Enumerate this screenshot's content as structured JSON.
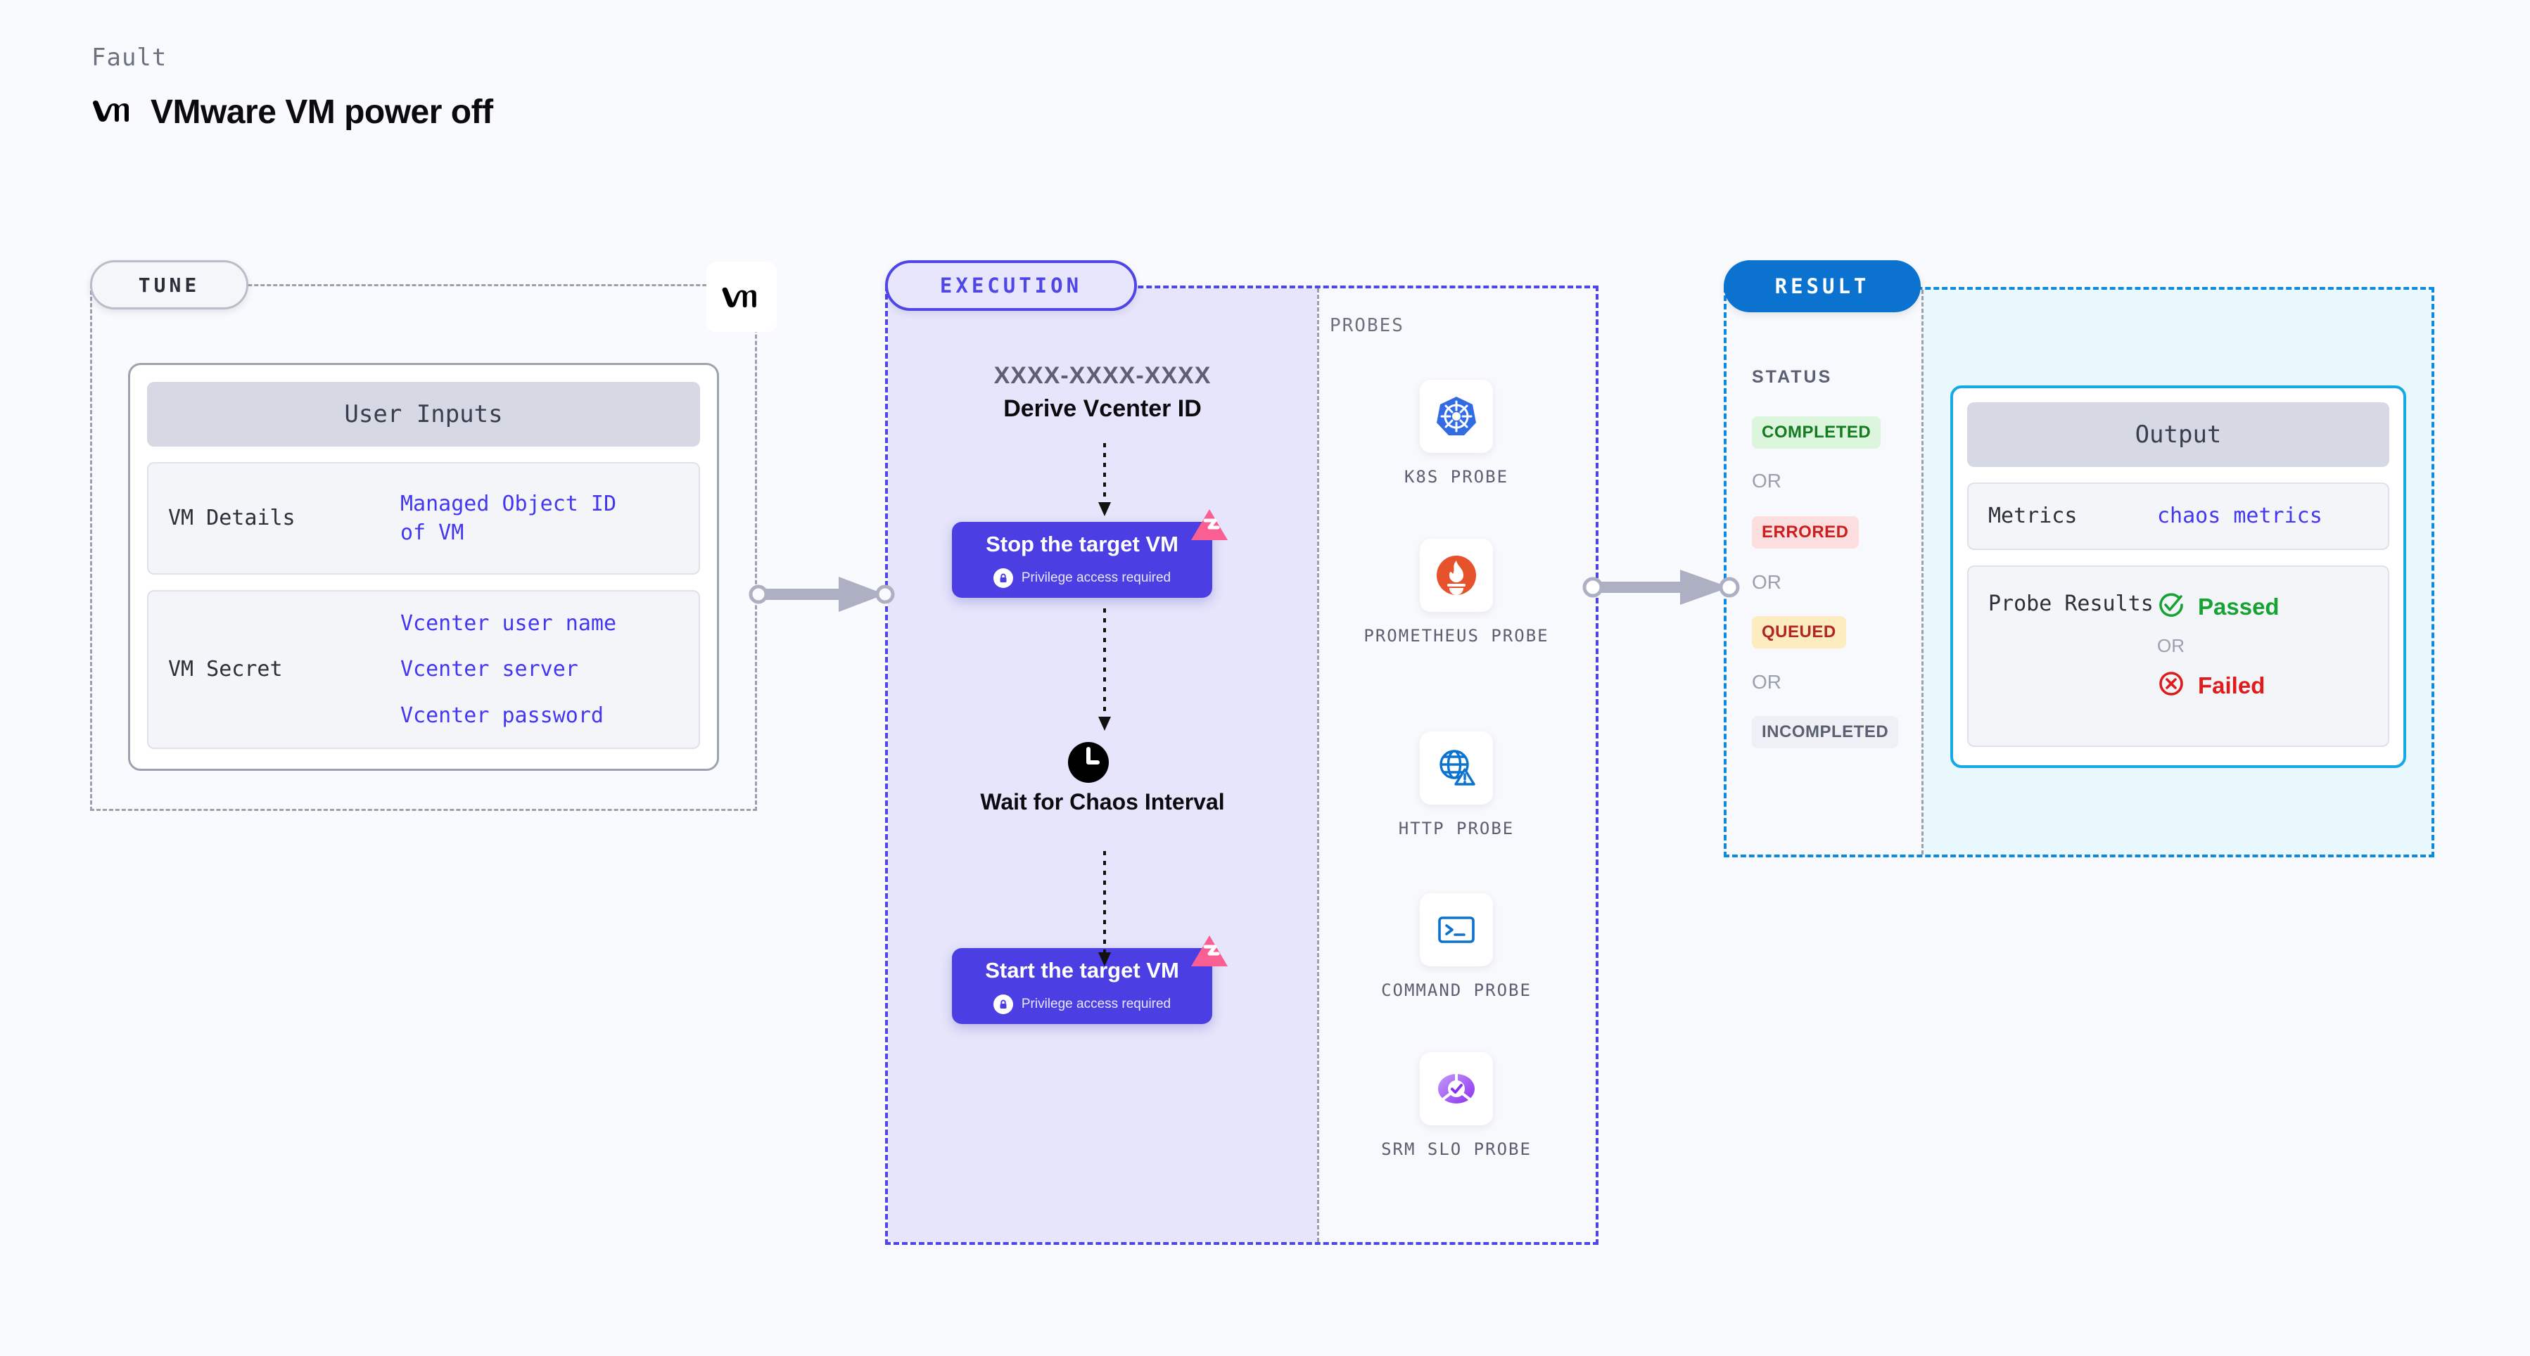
{
  "header": {
    "eyebrow": "Fault",
    "title": "VMware VM power off",
    "logo_icon": "vmware-logo-icon"
  },
  "tune": {
    "pill_label": "TUNE",
    "vm_badge_icon": "vmware-logo-icon",
    "card": {
      "header": "User Inputs",
      "rows": [
        {
          "key": "VM Details",
          "values": [
            "Managed Object ID",
            "of VM"
          ]
        },
        {
          "key": "VM Secret",
          "values": [
            "Vcenter user name",
            "Vcenter server",
            "Vcenter password"
          ]
        }
      ]
    }
  },
  "execution": {
    "pill_label": "EXECUTION",
    "derive_id": "XXXX-XXXX-XXXX",
    "derive_name": "Derive Vcenter ID",
    "stop_card": {
      "title": "Stop the target VM",
      "subtitle": "Privilege access required",
      "lock_icon": "lock-icon",
      "badge_icon": "litmus-chaos-badge-icon"
    },
    "wait": {
      "icon": "clock-icon",
      "label": "Wait for Chaos Interval"
    },
    "start_card": {
      "title": "Start the target VM",
      "subtitle": "Privilege access required",
      "lock_icon": "lock-icon",
      "badge_icon": "litmus-chaos-badge-icon"
    }
  },
  "probes": {
    "label": "PROBES",
    "items": [
      {
        "label": "K8S PROBE",
        "icon": "kubernetes-icon"
      },
      {
        "label": "PROMETHEUS PROBE",
        "icon": "prometheus-icon"
      },
      {
        "label": "HTTP PROBE",
        "icon": "http-globe-warning-icon"
      },
      {
        "label": "COMMAND PROBE",
        "icon": "terminal-icon"
      },
      {
        "label": "SRM SLO PROBE",
        "icon": "srm-slo-donut-icon"
      }
    ]
  },
  "result": {
    "pill_label": "RESULT",
    "status_label": "STATUS",
    "or_label": "OR",
    "statuses": [
      {
        "label": "COMPLETED",
        "color": "#157a20",
        "bg": "#dcf5dd"
      },
      {
        "label": "ERRORED",
        "color": "#cc1f1f",
        "bg": "#fcdede"
      },
      {
        "label": "QUEUED",
        "color": "#b3261e",
        "bg": "#fcecc0"
      },
      {
        "label": "INCOMPLETED",
        "color": "#5a6072",
        "bg": "#eff0f6"
      }
    ],
    "output": {
      "header": "Output",
      "metrics_key": "Metrics",
      "metrics_value": "chaos metrics",
      "probe_results_key": "Probe Results",
      "passed_label": "Passed",
      "passed_icon": "check-circle-icon",
      "or_label": "OR",
      "failed_label": "Failed",
      "failed_icon": "x-circle-icon"
    }
  },
  "connectors": {
    "tune_to_execution_icon": "arrow-right-icon",
    "execution_to_result_icon": "arrow-right-icon"
  },
  "colors": {
    "background": "#f9fafd",
    "tune_border": "#9aa0ad",
    "execution_accent": "#4f46e5",
    "execution_fill": "#e6e5fb",
    "result_accent": "#0b8ae0",
    "result_pill": "#0b72d0",
    "output_fill": "#e9f8fd",
    "card_purple": "#4b3fe4",
    "badge_pink": "#fa5f93",
    "mono_blue": "#4338f0"
  }
}
